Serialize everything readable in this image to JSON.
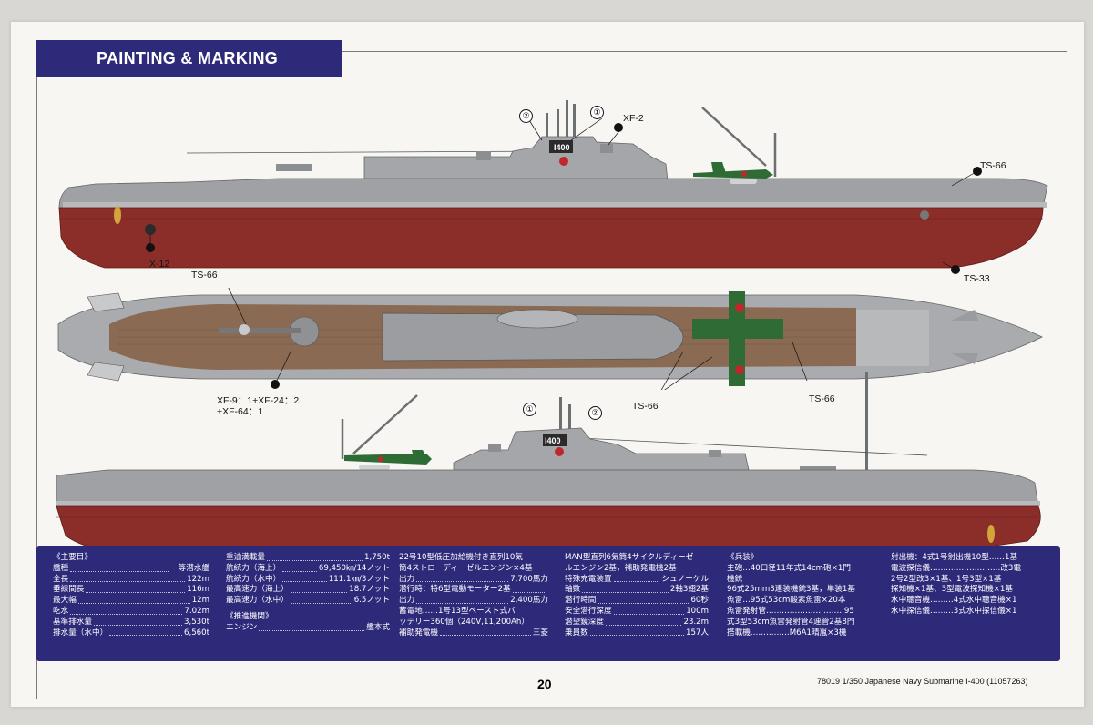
{
  "header": {
    "title": "PAINTING & MARKING"
  },
  "callouts": {
    "top_view": {
      "xf2": "XF-2",
      "ts66": "TS-66",
      "x12": "X-12",
      "ts33": "TS-33",
      "num1": "①",
      "num2": "②",
      "hull_number": "I400"
    },
    "deck_view": {
      "ts66_left": "TS-66",
      "ts66_mid": "TS-66",
      "ts66_right": "TS-66",
      "mix_line1": "XF-9：1+XF-24：2",
      "mix_line2": "+XF-64：1"
    },
    "bottom_view": {
      "num1": "①",
      "num2": "②",
      "hull_number": "I400"
    }
  },
  "specs": {
    "col1": {
      "heading": "《主要目》",
      "rows": [
        {
          "k": "艦種",
          "v": "一等潜水艦"
        },
        {
          "k": "全長",
          "v": "122m"
        },
        {
          "k": "垂線間長",
          "v": "116m"
        },
        {
          "k": "最大幅",
          "v": "12m"
        },
        {
          "k": "吃水",
          "v": "7.02m"
        },
        {
          "k": "基準排水量",
          "v": "3,530t"
        },
        {
          "k": "排水量（水中）",
          "v": "6,560t"
        }
      ]
    },
    "col2": {
      "rows": [
        {
          "k": "重油満載量",
          "v": "1,750t"
        },
        {
          "k": "航続力（海上）",
          "v": "69,450㎞/14ノット"
        },
        {
          "k": "航続力（水中）",
          "v": "111.1㎞/3ノット"
        },
        {
          "k": "最高速力（海上）",
          "v": "18.7ノット"
        },
        {
          "k": "最高速力（水中）",
          "v": "6.5ノット"
        }
      ],
      "heading2": "《推進機関》",
      "rows2": [
        {
          "k": "エンジン",
          "v": "艦本式"
        }
      ]
    },
    "col3": {
      "lines": [
        "22号10型低圧加給機付き直列10気",
        "筒4ストローディーゼルエンジン×4基"
      ],
      "rows": [
        {
          "k": "出力",
          "v": "7,700馬力"
        },
        {
          "k": "潜行時：特6型電動モーター2基",
          "v": ""
        },
        {
          "k": "出力",
          "v": "2,400馬力"
        }
      ],
      "lines2": [
        "蓄電地……1号13型ペースト式バ",
        "ッテリー360個（240V,11,200Ah）"
      ],
      "rows2": [
        {
          "k": "補助発電機",
          "v": "三菱"
        }
      ]
    },
    "col4": {
      "lines": [
        "MAN型直列6気筒4サイクルディーゼ",
        "ルエンジン2基，補助発電機2基"
      ],
      "rows": [
        {
          "k": "特殊充電装置",
          "v": "シュノーケル"
        },
        {
          "k": "軸数",
          "v": "2軸3翅2基"
        },
        {
          "k": "潜行時間",
          "v": "60秒"
        },
        {
          "k": "安全潜行深度",
          "v": "100m"
        },
        {
          "k": "潜望鏡深度",
          "v": "23.2m"
        },
        {
          "k": "乗員数",
          "v": "157人"
        }
      ]
    },
    "col5": {
      "heading": "《兵装》",
      "lines": [
        "主砲…40口径11年式14cm砲×1門",
        "機銃",
        "96式25mm3連装機銃3基，単装1基",
        "魚雷…95式53cm酸素魚雷×20本",
        "魚雷発射管…………………………95",
        "式3型53cm魚雷発射管4連管2基8門",
        "搭載機……………M6A1晴嵐×3機"
      ]
    },
    "col6": {
      "lines": [
        "射出機：4式1号射出機10型……1基",
        "電波探信儀………………………改3電",
        "2号2型改3×1基、1号3型×1基",
        "探知機×1基、3型電波探知機×1基",
        "水中聴音機………4式水中聴音機×1",
        "水中探信儀………3式水中探信儀×1"
      ]
    }
  },
  "footer": {
    "page_number": "20",
    "caption": "78019  1/350 Japanese Navy Submarine I-400 (11057263)"
  },
  "colors": {
    "title_bar": "#2e2a7a",
    "hull_gray": "#9a9c9f",
    "hull_red": "#8b2e2a",
    "deck_wood": "#8a6a52",
    "aircraft_green": "#2f6b34"
  }
}
